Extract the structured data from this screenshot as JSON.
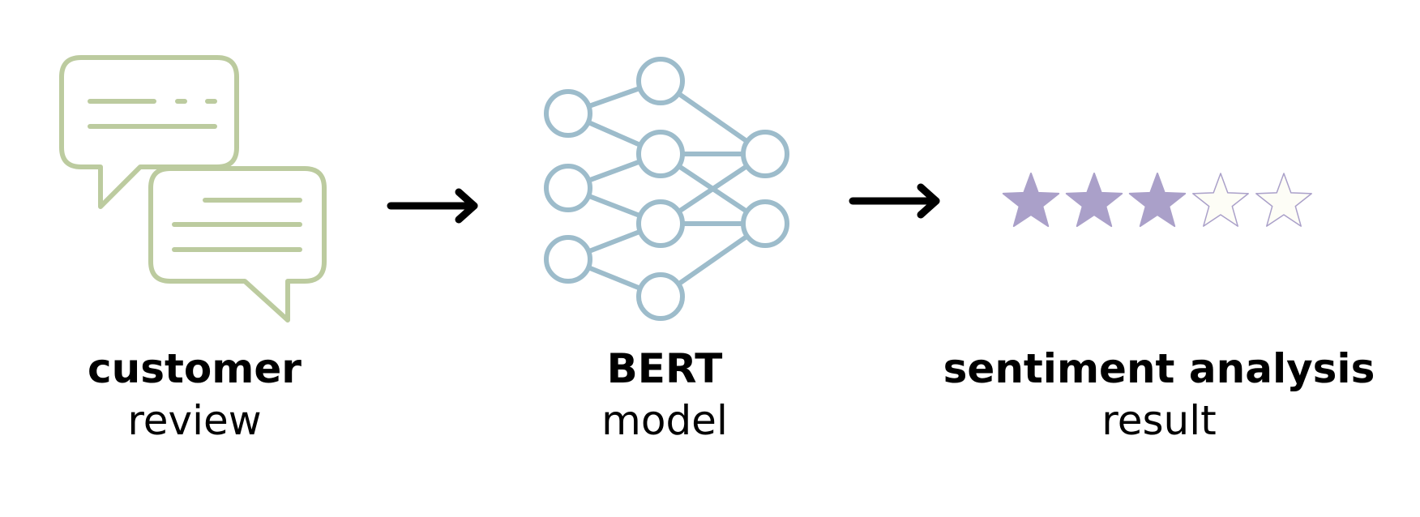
{
  "steps": [
    {
      "title": "customer",
      "subtitle": "review",
      "icon": "chat-bubbles-icon"
    },
    {
      "title": "BERT",
      "subtitle": "model",
      "icon": "neural-network-icon"
    },
    {
      "title": "sentiment analysis",
      "subtitle": "result",
      "icon": "star-rating-icon"
    }
  ],
  "arrows": [
    "arrow-right-icon",
    "arrow-right-icon"
  ],
  "rating": {
    "value": 3,
    "max": 5
  },
  "colors": {
    "chat_stroke": "#bccb9f",
    "network_stroke": "#9dbccb",
    "star_filled": "#aaa0c9",
    "star_empty_stroke": "#aaa0c9",
    "star_empty_fill": "#fdfdf6",
    "arrow": "#000000",
    "text": "#000000"
  }
}
